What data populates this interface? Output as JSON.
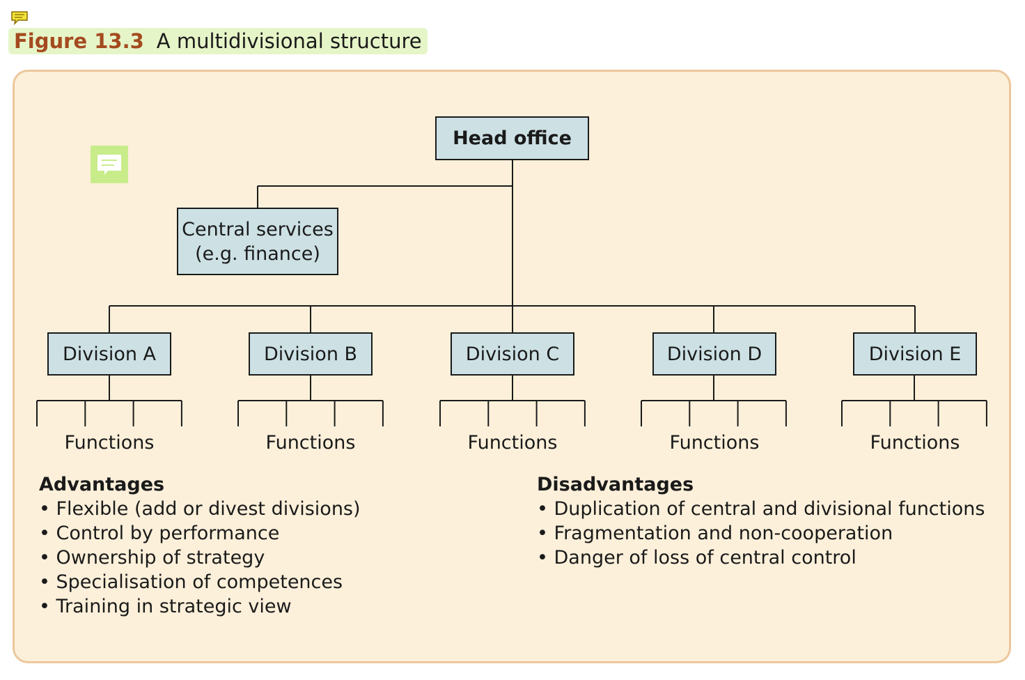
{
  "caption": {
    "label": "Figure 13.3",
    "title": "A multidivisional structure"
  },
  "icons": {
    "small_note": "comment-icon",
    "large_note": "comment-icon"
  },
  "colors": {
    "box_fill": "#cde1e5",
    "panel_fill": "#fcf0da",
    "panel_border": "#ecc79d",
    "caption_highlight": "#e6f5c8",
    "figure_label": "#a44a1f",
    "note_icon": "#c8ec8a"
  },
  "nodes": {
    "head_office": "Head office",
    "central_services": [
      "Central services",
      "(e.g. finance)"
    ],
    "divisions": [
      "Division A",
      "Division B",
      "Division C",
      "Division D",
      "Division E"
    ],
    "functions_label": "Functions"
  },
  "advantages": {
    "heading": "Advantages",
    "items": [
      "Flexible (add or divest divisions)",
      "Control by performance",
      "Ownership of strategy",
      "Specialisation of competences",
      "Training in strategic view"
    ]
  },
  "disadvantages": {
    "heading": "Disadvantages",
    "items": [
      "Duplication of central and divisional functions",
      "Fragmentation and non-cooperation",
      "Danger of loss of central control"
    ]
  }
}
